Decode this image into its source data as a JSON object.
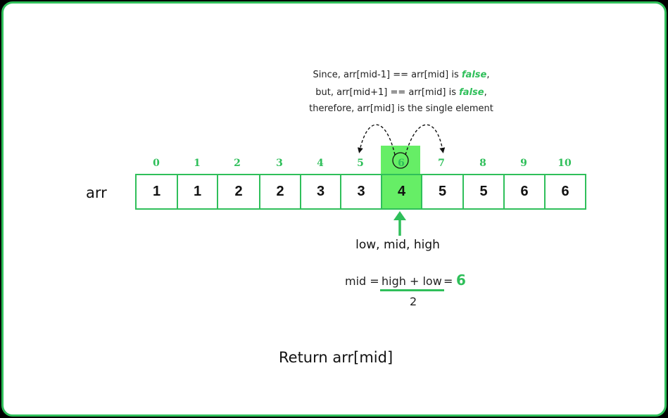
{
  "note": {
    "line1_a": "Since, arr[mid-1] == arr[mid] is ",
    "line1_b": "false",
    "line1_c": ",",
    "line2_a": "but, arr[mid+1] == arr[mid] is ",
    "line2_b": "false",
    "line2_c": ",",
    "line3": "therefore, arr[mid] is the single element"
  },
  "array": {
    "label": "arr",
    "indices": [
      "0",
      "1",
      "2",
      "3",
      "4",
      "5",
      "6",
      "7",
      "8",
      "9",
      "10"
    ],
    "values": [
      "1",
      "1",
      "2",
      "2",
      "3",
      "3",
      "4",
      "5",
      "5",
      "6",
      "6"
    ],
    "mid_index": 6
  },
  "pointer_label": "low, mid, high",
  "formula": {
    "lhs": "mid = ",
    "numerator": "high + low",
    "equals": " = ",
    "result": "6",
    "denominator": "2"
  },
  "return_text": "Return arr[mid]",
  "colors": {
    "accent": "#2fbf5a",
    "highlight": "#66ee66"
  }
}
